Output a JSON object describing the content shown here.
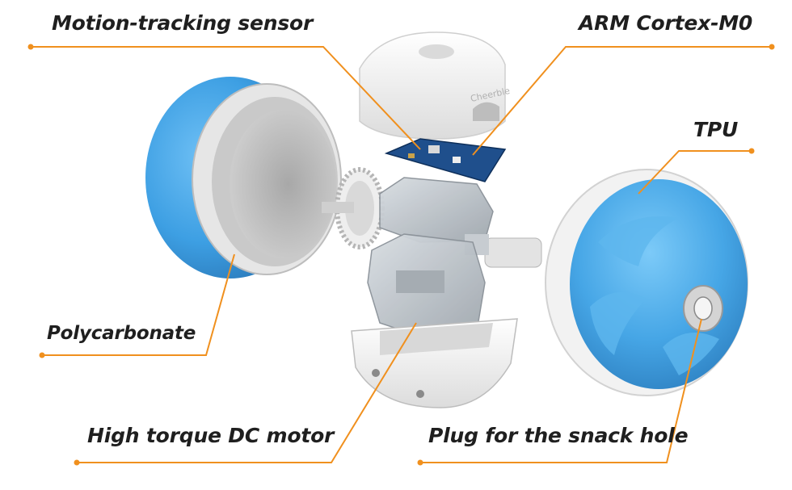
{
  "labels": {
    "motion_sensor": "Motion-tracking sensor",
    "arm": "ARM Cortex-M0",
    "tpu": "TPU",
    "polycarbonate": "Polycarbonate",
    "motor": "High torque DC motor",
    "plug": "Plug for the snack hole"
  },
  "colors": {
    "leader_line": "#f0901e",
    "shell_blue": "#3d9fe3",
    "shell_white": "#f4f4f4",
    "pcb": "#1f4f8c",
    "label_text": "#1f1f1f"
  },
  "product_mark": "Cheerble"
}
